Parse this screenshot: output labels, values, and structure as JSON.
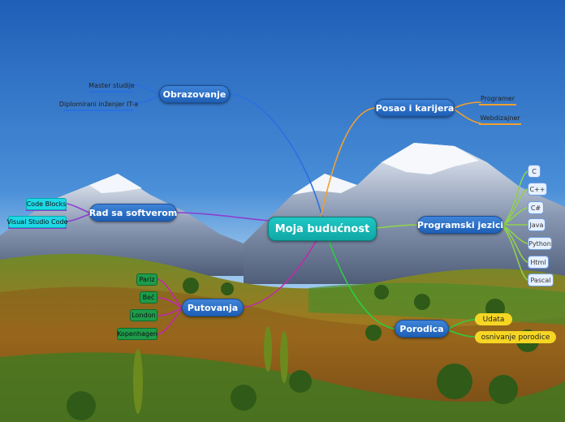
{
  "central": "Moja budućnost",
  "branches": {
    "education": {
      "label": "Obrazovanje",
      "items": [
        "Master studije",
        "Diplomirani inženjer IT-a"
      ]
    },
    "career": {
      "label": "Posao i karijera",
      "items": [
        "Programer",
        "Webdizajner"
      ]
    },
    "software": {
      "label": "Rad sa softverom",
      "items": [
        "Code Blocks",
        "Visual Studio Code"
      ]
    },
    "languages": {
      "label": "Programski jezici",
      "items": [
        "C",
        "C++",
        "C#",
        "Java",
        "Python",
        "Html",
        "Pascal"
      ]
    },
    "travel": {
      "label": "Putovanja",
      "items": [
        "Pariz",
        "Beč",
        "London",
        "Kopenhagen"
      ]
    },
    "family": {
      "label": "Porodica",
      "items": [
        "Udata",
        "osnivanje porodice"
      ]
    }
  },
  "colors": {
    "education": "#2a6fe0",
    "career": "#f0a030",
    "software": "#8c3fd0",
    "languages": "#8fd14f",
    "travel": "#c02aa8",
    "family": "#2ecc40"
  }
}
